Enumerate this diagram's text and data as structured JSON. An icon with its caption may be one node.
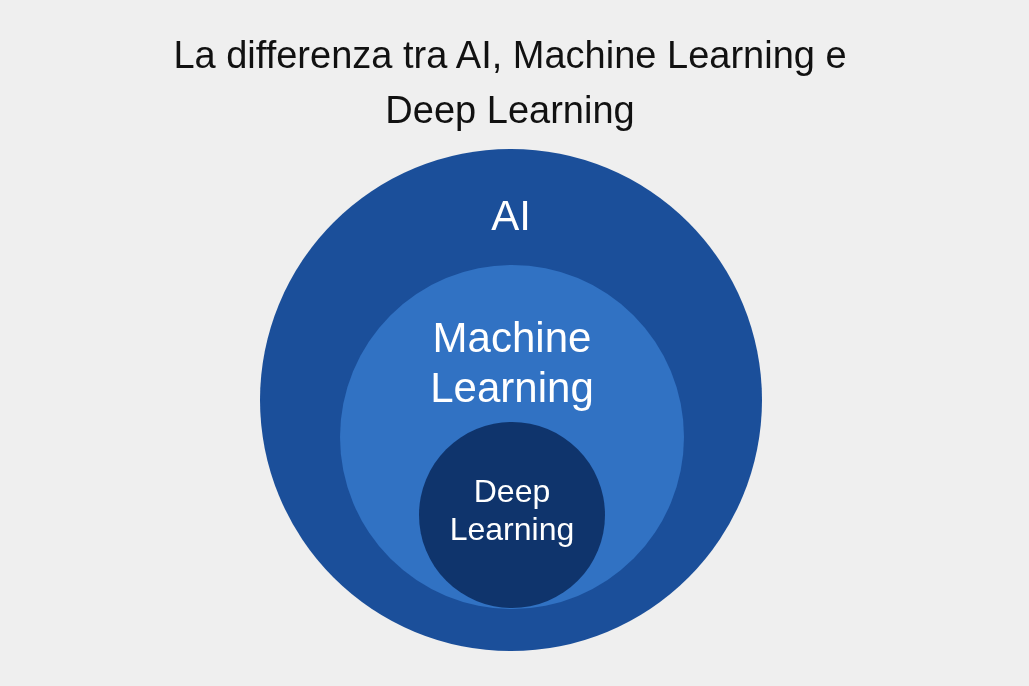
{
  "diagram": {
    "title": "La differenza tra AI, Machine Learning e Deep Learning",
    "nodes": [
      {
        "text": [
          "AI"
        ]
      },
      {
        "text": [
          "Machine Learning"
        ],
        "in": 0
      },
      {
        "text": [
          "Deep Learning"
        ],
        "in": 1
      }
    ]
  }
}
